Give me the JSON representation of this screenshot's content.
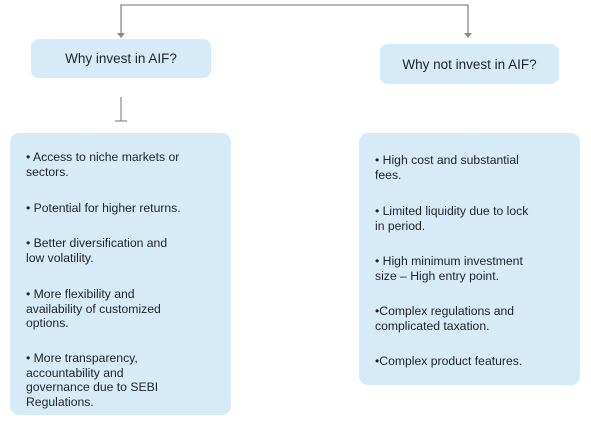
{
  "colors": {
    "box_fill": "#d6eaf8",
    "connector": "#8a8a8a",
    "text": "#1f2328"
  },
  "left": {
    "title": "Why invest in AIF?",
    "items": [
      "• Access to niche markets or\nsectors.",
      "• Potential for higher returns.",
      "• Better diversification and\nlow volatility.",
      "• More flexibility and\navailability of customized\noptions.",
      "• More transparency,\naccountability and\ngovernance due to SEBI\nRegulations."
    ]
  },
  "right": {
    "title": "Why not invest in AIF?",
    "items": [
      "• High cost and substantial\nfees.",
      "• Limited liquidity due to lock\nin period.",
      "• High minimum investment\nsize – High entry point.",
      "•Complex regulations and\ncomplicated taxation.",
      "•Complex product features."
    ]
  }
}
